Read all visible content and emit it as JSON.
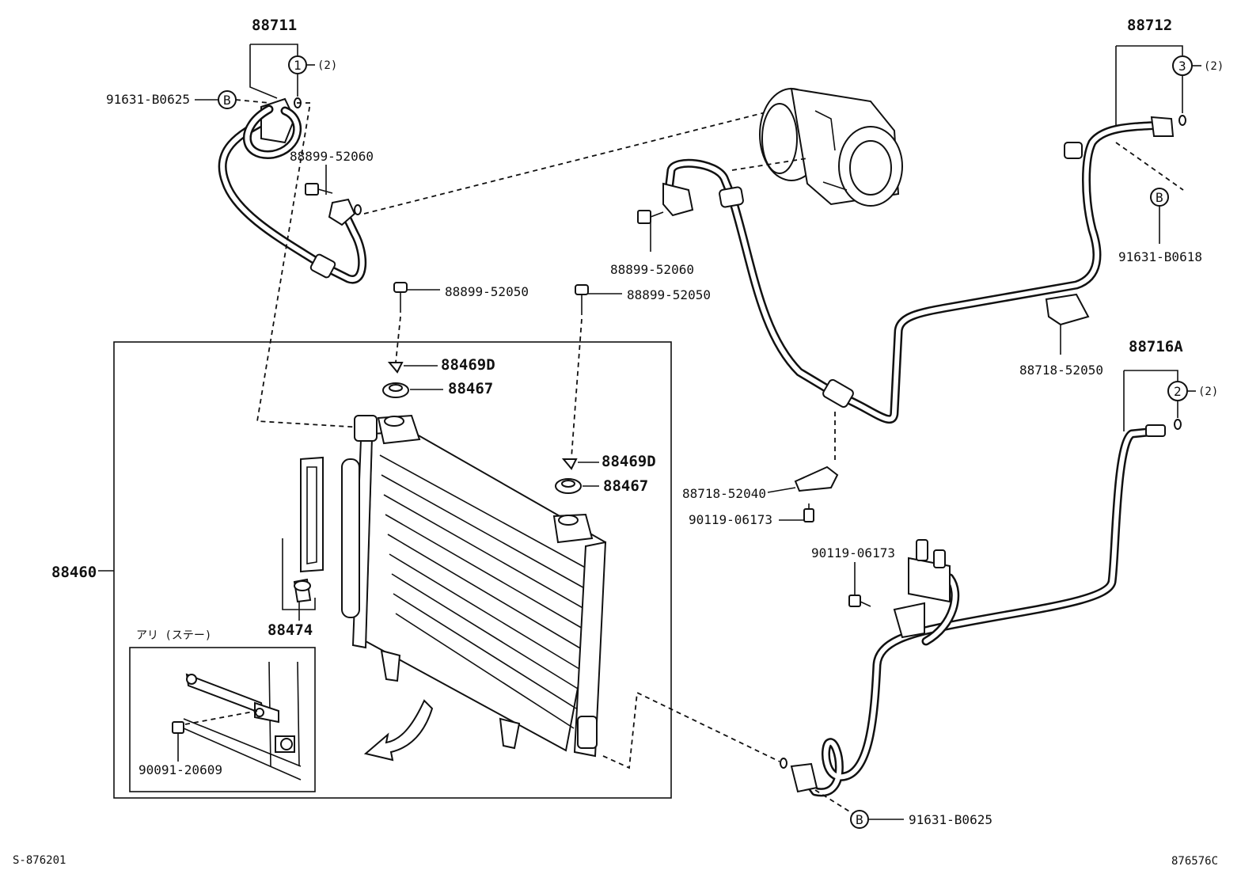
{
  "labels": {
    "p88711": "88711",
    "p88712": "88712",
    "p88716A": "88716A",
    "p88460": "88460",
    "p88474": "88474",
    "p91631_B0625_top": "91631-B0625",
    "p91631_B0625_bottom": "91631-B0625",
    "p91631_B0618": "91631-B0618",
    "p88899_52060_left": "88899-52060",
    "p88899_52060_mid": "88899-52060",
    "p88899_52050_a": "88899-52050",
    "p88899_52050_b": "88899-52050",
    "p88469D_a": "88469D",
    "p88469D_b": "88469D",
    "p88467_a": "88467",
    "p88467_b": "88467",
    "p88718_52050": "88718-52050",
    "p88718_52040": "88718-52040",
    "p90119_06173_a": "90119-06173",
    "p90119_06173_b": "90119-06173",
    "p90091_20609": "90091-20609",
    "inset_title": "アリ (ステー)",
    "footer_left": "S-876201",
    "footer_right": "876576C"
  },
  "callouts": {
    "c1": "1",
    "c1_qty": "(2)",
    "c2": "2",
    "c2_qty": "(2)",
    "c3": "3",
    "c3_qty": "(2)",
    "b_top": "B",
    "b_right": "B",
    "b_bottom": "B"
  }
}
